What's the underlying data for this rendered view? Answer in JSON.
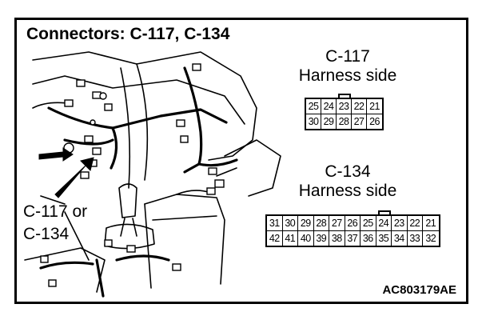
{
  "title": "Connectors: C-117, C-134",
  "c117": {
    "name": "C-117",
    "side": "Harness side",
    "row1": [
      "25",
      "24",
      "23",
      "22",
      "21"
    ],
    "row2": [
      "30",
      "29",
      "28",
      "27",
      "26"
    ]
  },
  "c134": {
    "name": "C-134",
    "side": "Harness side",
    "row1": [
      "31",
      "30",
      "29",
      "28",
      "27",
      "26",
      "25",
      "24",
      "23",
      "22",
      "21"
    ],
    "row2": [
      "42",
      "41",
      "40",
      "39",
      "38",
      "37",
      "36",
      "35",
      "34",
      "33",
      "32"
    ]
  },
  "callout": {
    "line1": "C-117 or",
    "line2": "C-134"
  },
  "figure_code": "AC803179AE",
  "colors": {
    "line": "#000000",
    "background": "#ffffff"
  }
}
